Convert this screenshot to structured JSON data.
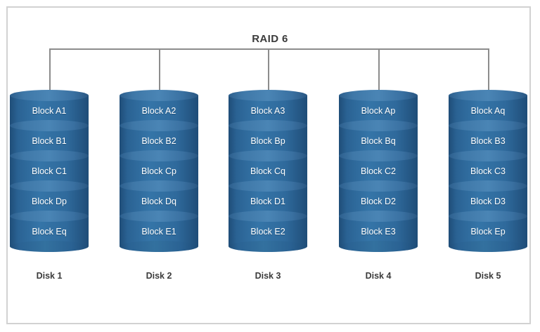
{
  "diagram": {
    "title": "RAID 6",
    "frame_border_color": "#d2d2d2",
    "connector_color": "#8c8c8c",
    "disk_body_color": "#2f6a9c",
    "disk_cap_color": "#4a85b5",
    "block_text_color": "#ffffff",
    "label_text_color": "#3b3b3b",
    "disks": [
      {
        "label": "Disk 1",
        "blocks": [
          "Block A1",
          "Block B1",
          "Block C1",
          "Block Dp",
          "Block Eq"
        ]
      },
      {
        "label": "Disk 2",
        "blocks": [
          "Block A2",
          "Block B2",
          "Block Cp",
          "Block Dq",
          "Block E1"
        ]
      },
      {
        "label": "Disk 3",
        "blocks": [
          "Block A3",
          "Block Bp",
          "Block Cq",
          "Block D1",
          "Block E2"
        ]
      },
      {
        "label": "Disk 4",
        "blocks": [
          "Block Ap",
          "Block Bq",
          "Block C2",
          "Block D2",
          "Block E3"
        ]
      },
      {
        "label": "Disk 5",
        "blocks": [
          "Block Aq",
          "Block B3",
          "Block C3",
          "Block D3",
          "Block Ep"
        ]
      }
    ]
  }
}
